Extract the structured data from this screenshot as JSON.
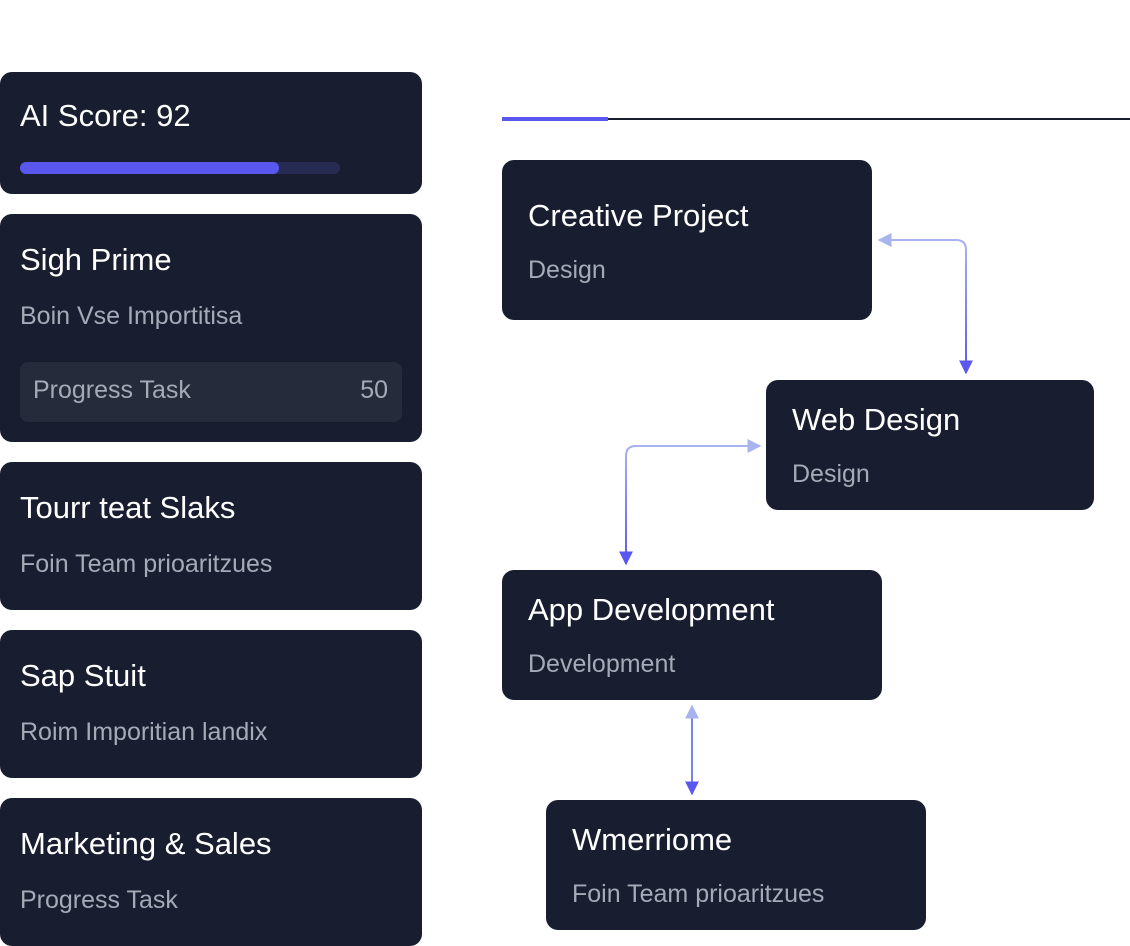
{
  "score": {
    "label": "AI Score: 92",
    "value": 92
  },
  "cards": {
    "sigh": {
      "title": "Sigh Prime",
      "subtitle": "Boin Vse Importitisa",
      "task_label": "Progress Task",
      "task_value": "50"
    },
    "tourr": {
      "title": "Tourr teat Slaks",
      "subtitle": "Foin Team prioaritzues"
    },
    "sap": {
      "title": "Sap Stuit",
      "subtitle": "Roim Imporitian landix"
    },
    "marketing": {
      "title": "Marketing & Sales",
      "subtitle": "Progress Task"
    }
  },
  "flow": {
    "creative": {
      "title": "Creative Project",
      "category": "Design"
    },
    "web": {
      "title": "Web Design",
      "category": "Design"
    },
    "app": {
      "title": "App Development",
      "category": "Development"
    },
    "wmerriome": {
      "title": "Wmerriome",
      "category": "Foin Team prioaritzues"
    }
  },
  "colors": {
    "card_bg": "#181e30",
    "accent": "#5a57ee",
    "accent_light": "#a8b3f0",
    "title_text": "#ffffff",
    "muted_text": "#a5aab7",
    "track": "#262c54",
    "task_row_bg": "#262b3c"
  }
}
